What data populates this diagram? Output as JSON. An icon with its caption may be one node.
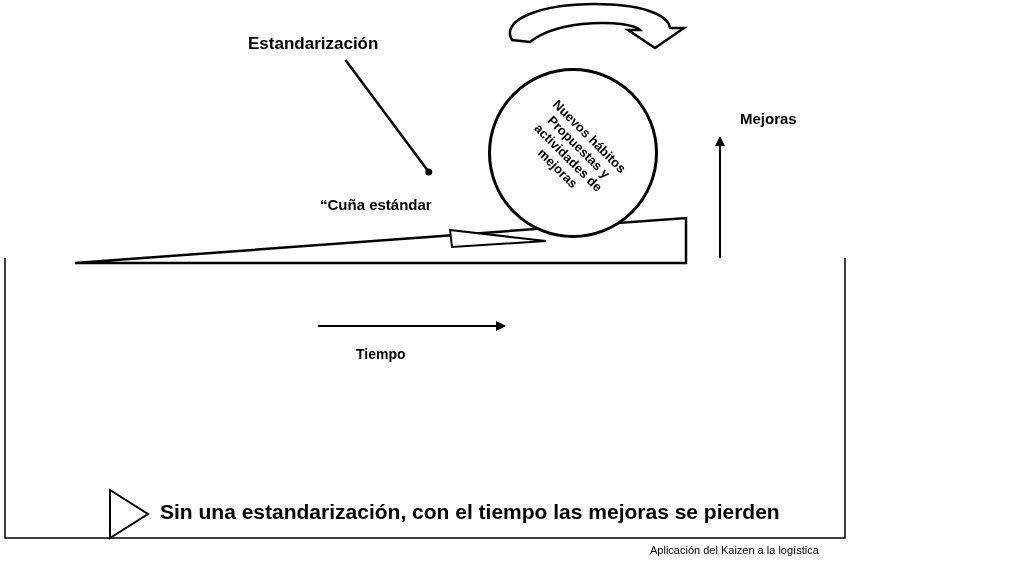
{
  "diagram": {
    "nodes": [
      {
        "text": [
          "Estandarización"
        ]
      },
      {
        "text": [
          "“Cuña estándar"
        ]
      },
      {
        "text": [],
        "shape": "triangle"
      },
      {
        "text": [
          "Nuevos hábitos Propuestas y actividades de mejoras"
        ]
      }
    ],
    "edges": [
      {
        "from": 0,
        "to": 1,
        "arrow": "other"
      }
    ],
    "labels": [
      "Mejoras",
      "Tiempo",
      "Sin una estandarización, con el tiempo las mejoras se pierden",
      "Aplicación del Kaizen a la logística"
    ]
  }
}
